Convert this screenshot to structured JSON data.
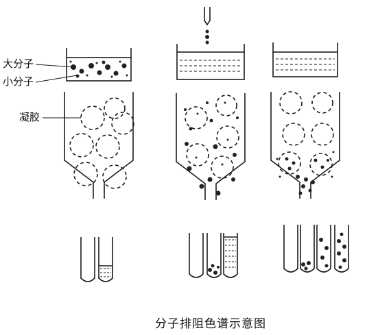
{
  "labels": {
    "large_molecule": "大分子",
    "small_molecule": "小分子",
    "gel": "凝胶"
  },
  "caption": "分子排阻色谱示意图",
  "colors": {
    "ink": "#1a1a1a",
    "background": "#ffffff"
  }
}
